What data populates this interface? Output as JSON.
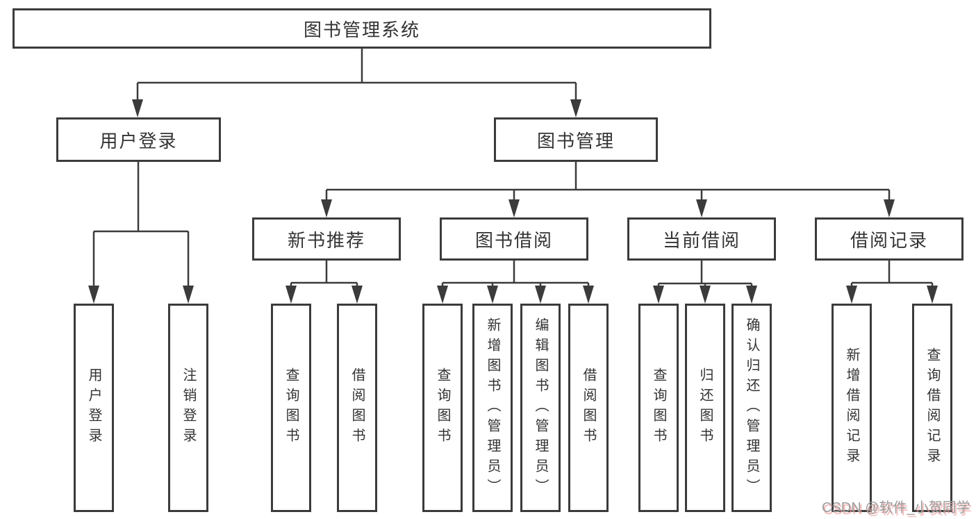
{
  "diagram": {
    "title": "图书管理系统",
    "nodes": {
      "root": "图书管理系统",
      "user_login": "用户登录",
      "book_mgmt": "图书管理",
      "new_book_rec": "新书推荐",
      "book_borrow": "图书借阅",
      "current_borrow": "当前借阅",
      "borrow_record": "借阅记录",
      "leaf_user_login": "用户登录",
      "leaf_logout": "注销登录",
      "leaf_query_book_a": "查询图书",
      "leaf_borrow_book_a": "借阅图书",
      "leaf_query_book_b": "查询图书",
      "leaf_add_book_admin": "新增图书（管理员）",
      "leaf_edit_book_admin": "编辑图书（管理员）",
      "leaf_borrow_book_b": "借阅图书",
      "leaf_query_book_c": "查询图书",
      "leaf_return_book": "归还图书",
      "leaf_confirm_return_admin": "确认归还（管理员）",
      "leaf_add_borrow_record": "新增借阅记录",
      "leaf_query_borrow_record": "查询借阅记录"
    },
    "colors": {
      "line": "#3b3b3b",
      "box_border": "#3b3b3b",
      "text": "#333333",
      "background": "#ffffff"
    }
  },
  "watermark": {
    "text": "CSDN @软件_小贺同学",
    "color": "#9c9c9c",
    "shadow_color": "#eea0a0"
  }
}
